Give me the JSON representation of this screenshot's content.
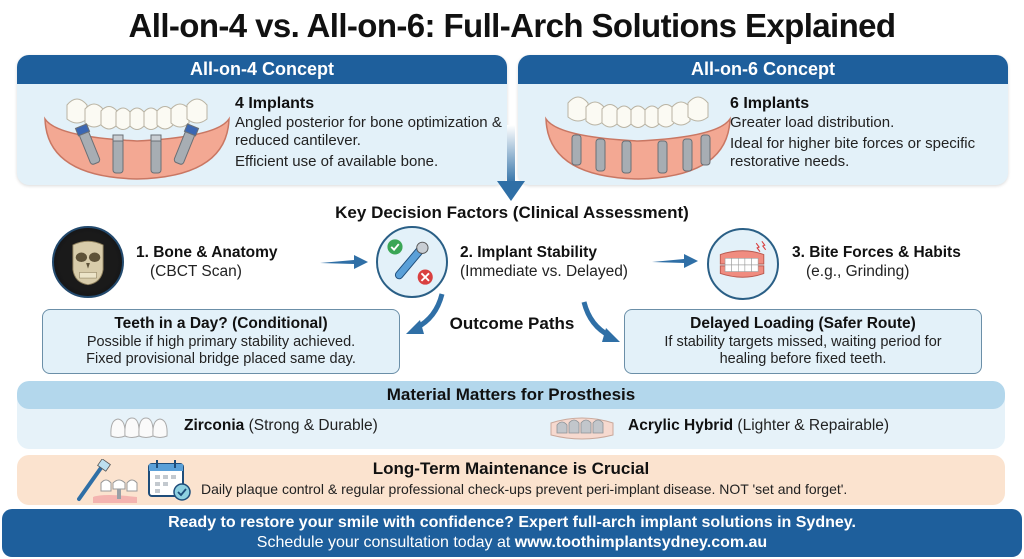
{
  "title": "All-on-4 vs. All-on-6: Full-Arch Solutions Explained",
  "colors": {
    "header_blue": "#1e5f9c",
    "panel_light_blue": "#e3f1f9",
    "material_header": "#b3d7ec",
    "maintenance_peach": "#fbe3cf",
    "arrow_blue": "#2f6fa6",
    "gum_pink": "#f0a090",
    "check_green": "#3aa655",
    "cross_red": "#d94040"
  },
  "concepts": [
    {
      "header": "All-on-4 Concept",
      "heading": "4 Implants",
      "line1": "Angled posterior for bone optimization & reduced cantilever.",
      "line2": "Efficient use of available bone.",
      "icon": "arch-4-implants-icon"
    },
    {
      "header": "All-on-6 Concept",
      "heading": "6 Implants",
      "line1": "Greater load distribution.",
      "line2": "Ideal for higher bite forces or specific restorative needs.",
      "icon": "arch-6-implants-icon"
    }
  ],
  "decision": {
    "title": "Key Decision Factors (Clinical Assessment)",
    "factors": [
      {
        "title": "1. Bone & Anatomy",
        "subtitle": "(CBCT Scan)",
        "icon": "skull-cbct-icon"
      },
      {
        "title": "2. Implant Stability",
        "subtitle": "(Immediate vs. Delayed)",
        "icon": "torque-wrench-icon"
      },
      {
        "title": "3. Bite Forces & Habits",
        "subtitle": "(e.g., Grinding)",
        "icon": "grinding-teeth-icon"
      }
    ]
  },
  "outcomes": {
    "label": "Outcome Paths",
    "paths": [
      {
        "title": "Teeth in a Day? (Conditional)",
        "line1": "Possible if high primary stability achieved.",
        "line2": "Fixed provisional bridge placed same day."
      },
      {
        "title": "Delayed Loading (Safer Route)",
        "line1": "If stability targets missed, waiting period for",
        "line2": "healing before fixed teeth."
      }
    ]
  },
  "materials": {
    "title": "Material Matters for Prosthesis",
    "items": [
      {
        "name": "Zirconia",
        "desc": "(Strong & Durable)",
        "icon": "zirconia-teeth-icon"
      },
      {
        "name": "Acrylic Hybrid",
        "desc": "(Lighter & Repairable)",
        "icon": "acrylic-hybrid-icon"
      }
    ]
  },
  "maintenance": {
    "title": "Long-Term Maintenance is Crucial",
    "text": "Daily plaque control & regular professional check-ups prevent peri-implant disease. NOT 'set and forget'."
  },
  "cta": {
    "line1": "Ready to restore your smile with confidence? Expert full-arch implant solutions in Sydney.",
    "line2_prefix": "Schedule your consultation today at ",
    "url": "www.toothimplantsydney.com.au"
  }
}
